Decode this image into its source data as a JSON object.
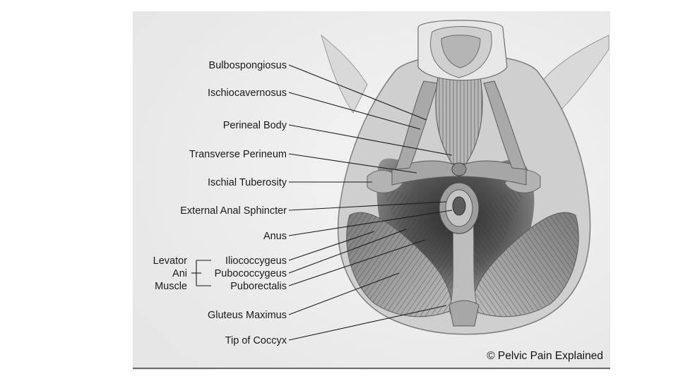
{
  "labels": {
    "bulbospongiosus": "Bulbospongiosus",
    "ischiocavernosus": "Ischiocavernosus",
    "perineal_body": "Perineal Body",
    "transverse_perineum": "Transverse Perineum",
    "ischial_tuberosity": "Ischial Tuberosity",
    "external_anal_sphincter": "External Anal Sphincter",
    "anus": "Anus",
    "levator_ani_muscle": [
      "Levator",
      "Ani",
      "Muscle"
    ],
    "iliococcygeus": "Iliococcygeus",
    "pubococcygeus": "Pubococcygeus",
    "puborectalis": "Puborectalis",
    "gluteus_maximus": "Gluteus Maximus",
    "tip_of_coccyx": "Tip of Coccyx"
  },
  "copyright": "© Pelvic Pain Explained",
  "colors": {
    "background": "#ffffff",
    "panel": "#eeeeee",
    "label_text": "#1a1a1a",
    "muscle_dark": "#4a4a4a",
    "muscle_mid": "#8a8a8a",
    "skin": "#d6d6d6"
  }
}
